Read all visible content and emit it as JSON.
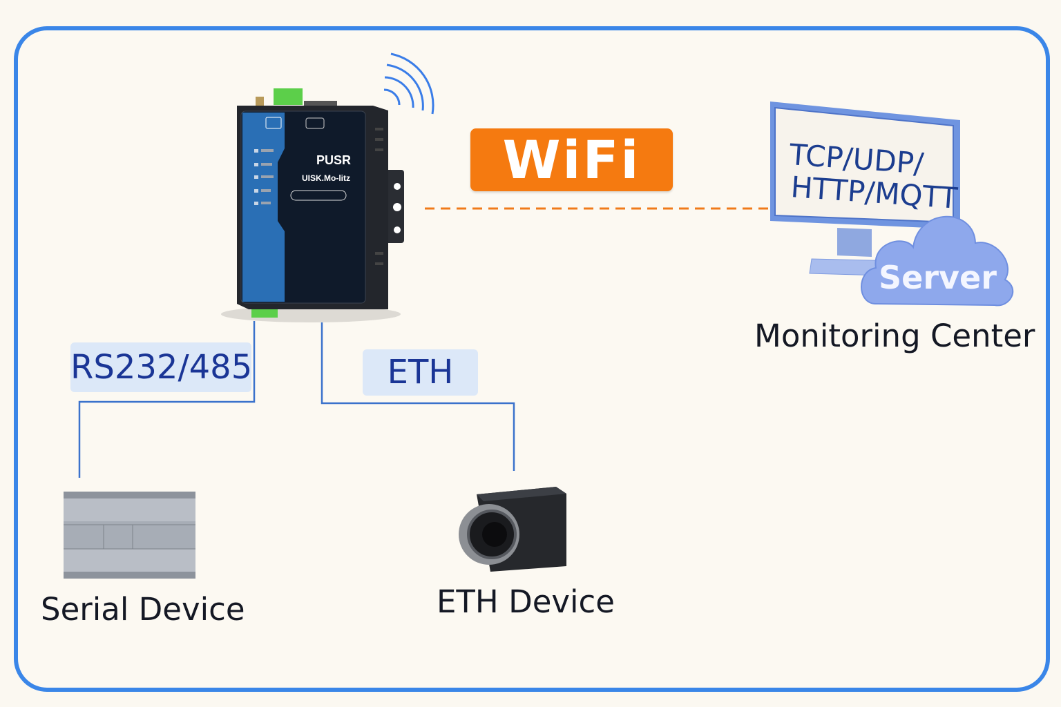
{
  "wifi_label": "WiFi",
  "device": {
    "brand": "PUSR",
    "model_lettering": "UISK.Mo-litz"
  },
  "monitor": {
    "protocols_line1": "TCP/UDP/",
    "protocols_line2": "HTTP/MQTT"
  },
  "cloud_label": "Server",
  "monitoring_center_label": "Monitoring Center",
  "serial_interface_label": "RS232/485",
  "eth_interface_label": "ETH",
  "serial_device_label": "Serial Device",
  "eth_device_label": "ETH Device",
  "colors": {
    "frame": "#3a86e8",
    "wifi": "#f57a10",
    "link_lines": "#3a72cc",
    "tag_bg": "#dce8f8",
    "tag_text": "#1a3596"
  }
}
